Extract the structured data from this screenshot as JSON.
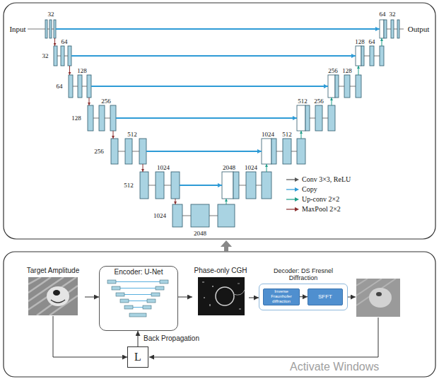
{
  "diagram": {
    "nodes": [
      {
        "text": [
          "Target Amplitude"
        ]
      },
      {
        "text": [
          "Encoder: U-Net"
        ]
      },
      {
        "text": [
          "Phase-only CGH"
        ]
      },
      {
        "text": [
          "Decoder: DS Fresnel Diffraction"
        ]
      },
      {
        "text": [
          "Inverse Fraunhofer diffraction"
        ],
        "in": 3
      },
      {
        "text": [
          "SFFT"
        ],
        "in": 3
      },
      {
        "text": [
          "L"
        ]
      }
    ],
    "edges": [
      {
        "from": 0,
        "to": 1,
        "arrow": "to"
      },
      {
        "from": 1,
        "to": 2,
        "arrow": "to"
      },
      {
        "from": 2,
        "to": 3,
        "arrow": "to"
      },
      {
        "from": 4,
        "to": 5,
        "arrow": "to"
      },
      {
        "from": 0,
        "to": 6,
        "arrow": "to"
      },
      {
        "from": 6,
        "to": 1,
        "arrow": "to",
        "label": "Back Propagation"
      }
    ],
    "labels": [
      "Input",
      "32",
      "64",
      "32",
      "Output",
      "32",
      "64",
      "128",
      "64",
      "64",
      "128",
      "256",
      "128",
      "128",
      "256",
      "512",
      "256",
      "256",
      "512",
      "1024",
      "512",
      "512",
      "1024",
      "2048",
      "1024",
      "1024",
      "2048",
      "Activate Windows"
    ],
    "legend": [
      {
        "text": "Conv 3×3, ReLU"
      },
      {
        "text": "Copy"
      },
      {
        "text": "Up-conv 2×2"
      },
      {
        "text": "MaxPool 2×2"
      }
    ]
  }
}
